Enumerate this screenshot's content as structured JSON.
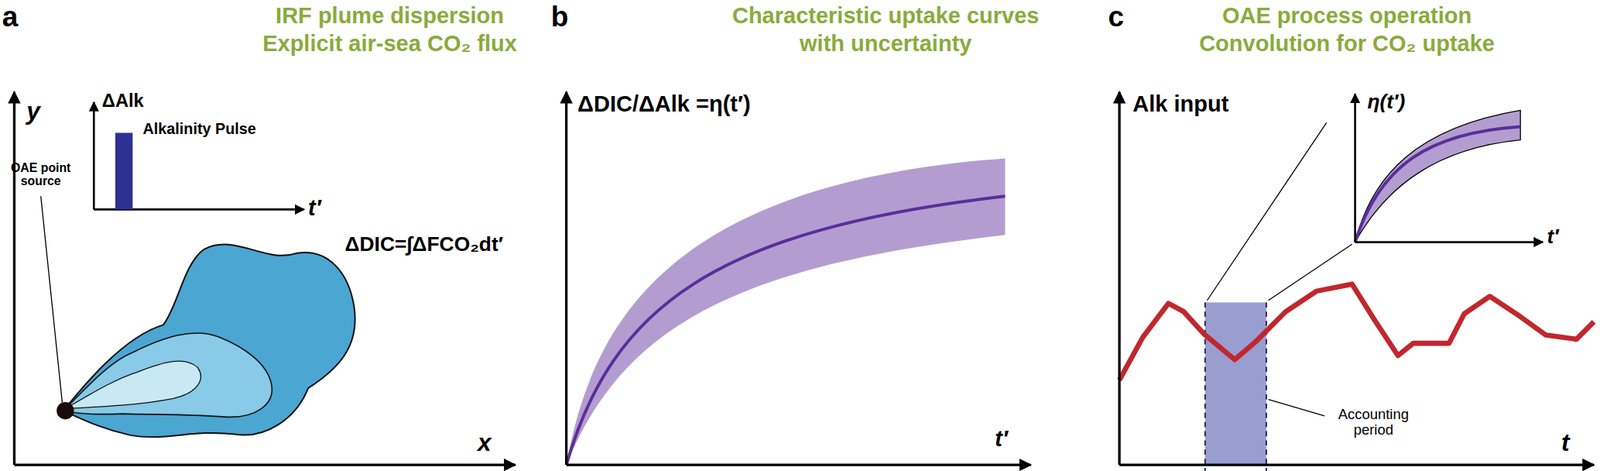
{
  "diagram": {
    "labels": [
      "a",
      "IRF plume dispersion",
      "Explicit air-sea CO₂ flux",
      "y",
      "ΔAlk",
      "Alkalinity Pulse",
      "t′",
      "OAE point source",
      "ΔDIC=∫ΔFCO₂dt′",
      "x",
      "b",
      "Characteristic uptake curves",
      "with uncertainty",
      "ΔDIC/ΔAlk =η(t′)",
      "t′",
      "c",
      "OAE process operation",
      "Convolution for CO₂ uptake",
      "Alk input",
      "η(t′)",
      "t′",
      "Accounting period",
      "t"
    ]
  }
}
